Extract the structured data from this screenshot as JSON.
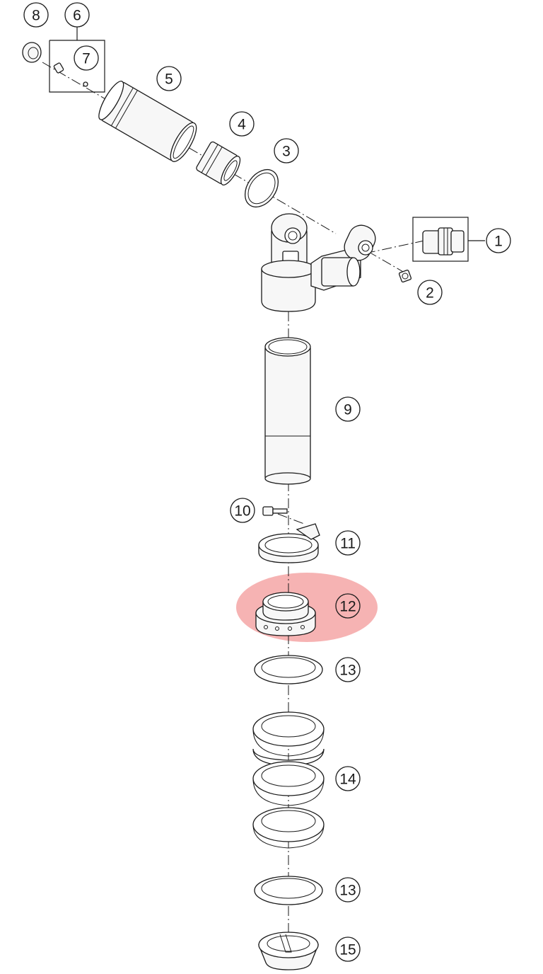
{
  "diagram": {
    "highlight_color": "#f08080",
    "highlighted_part": "12",
    "callouts": [
      {
        "id": "c1",
        "label": "1"
      },
      {
        "id": "c2",
        "label": "2"
      },
      {
        "id": "c3",
        "label": "3"
      },
      {
        "id": "c4",
        "label": "4"
      },
      {
        "id": "c5",
        "label": "5"
      },
      {
        "id": "c6",
        "label": "6"
      },
      {
        "id": "c7",
        "label": "7"
      },
      {
        "id": "c8",
        "label": "8"
      },
      {
        "id": "c9",
        "label": "9"
      },
      {
        "id": "c10",
        "label": "10"
      },
      {
        "id": "c11",
        "label": "11"
      },
      {
        "id": "c12",
        "label": "12"
      },
      {
        "id": "c13a",
        "label": "13"
      },
      {
        "id": "c14",
        "label": "14"
      },
      {
        "id": "c13b",
        "label": "13"
      },
      {
        "id": "c15",
        "label": "15"
      }
    ]
  }
}
